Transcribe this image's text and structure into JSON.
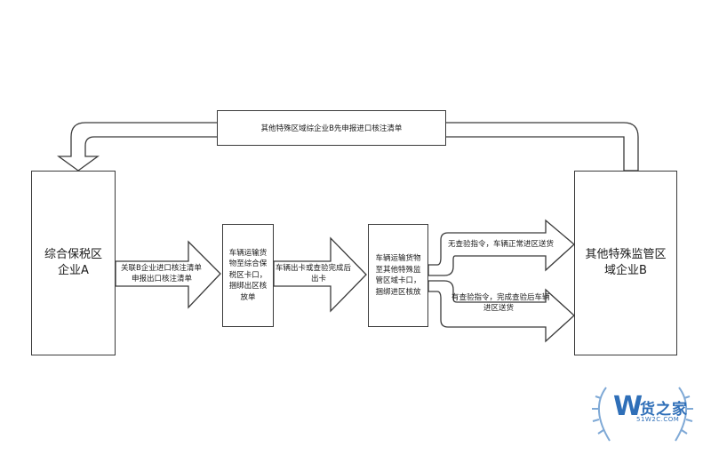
{
  "top_banner": "其他特殊区域综企业B先申报进口核注清单",
  "box_a": "综合保税区企业A",
  "box_b": "其他特殊监管区域企业B",
  "box_step1": "车辆运输货物至综合保税区卡口，捆绑出区核放单",
  "box_step2": "车辆运输货物至其他特殊监管区域卡口，捆绑进区核放",
  "arrow1_label_line1": "关联B企业进口核注清单",
  "arrow1_label_line2": "申报出口核注清单",
  "arrow2_label_line1": "车辆出卡或查验完成后",
  "arrow2_label_line2": "出卡",
  "arrow3_label": "无查验指令，车辆正常进区送货",
  "arrow4_label_line1": "有查验指令，完成查验后车辆",
  "arrow4_label_line2": "进区送货",
  "logo_letter": "W",
  "logo_cn": "货之家",
  "logo_en": "51W2C.COM",
  "colors": {
    "stroke": "#3a3a3a",
    "logo": "#2f6fb8",
    "wreath": "#7fa9d6"
  }
}
